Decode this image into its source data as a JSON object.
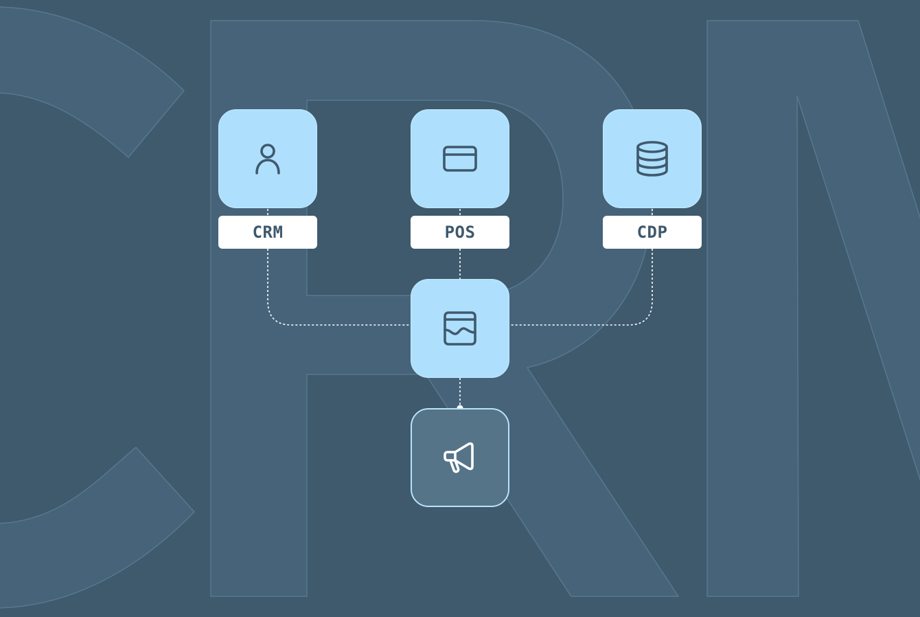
{
  "colors": {
    "background": "#3f596d",
    "tile": "#aee0fe",
    "tile_dark": "#557488",
    "icon": "#3f596d",
    "icon_light": "#ffffff",
    "watermark_stroke": "#56798d"
  },
  "watermark": {
    "text": "CRM"
  },
  "sources": [
    {
      "id": "crm",
      "label": "CRM",
      "icon": "user-icon"
    },
    {
      "id": "pos",
      "label": "POS",
      "icon": "credit-card-icon"
    },
    {
      "id": "cdp",
      "label": "CDP",
      "icon": "database-icon"
    }
  ],
  "hub": {
    "icon": "inbox-icon"
  },
  "output": {
    "icon": "megaphone-icon"
  }
}
